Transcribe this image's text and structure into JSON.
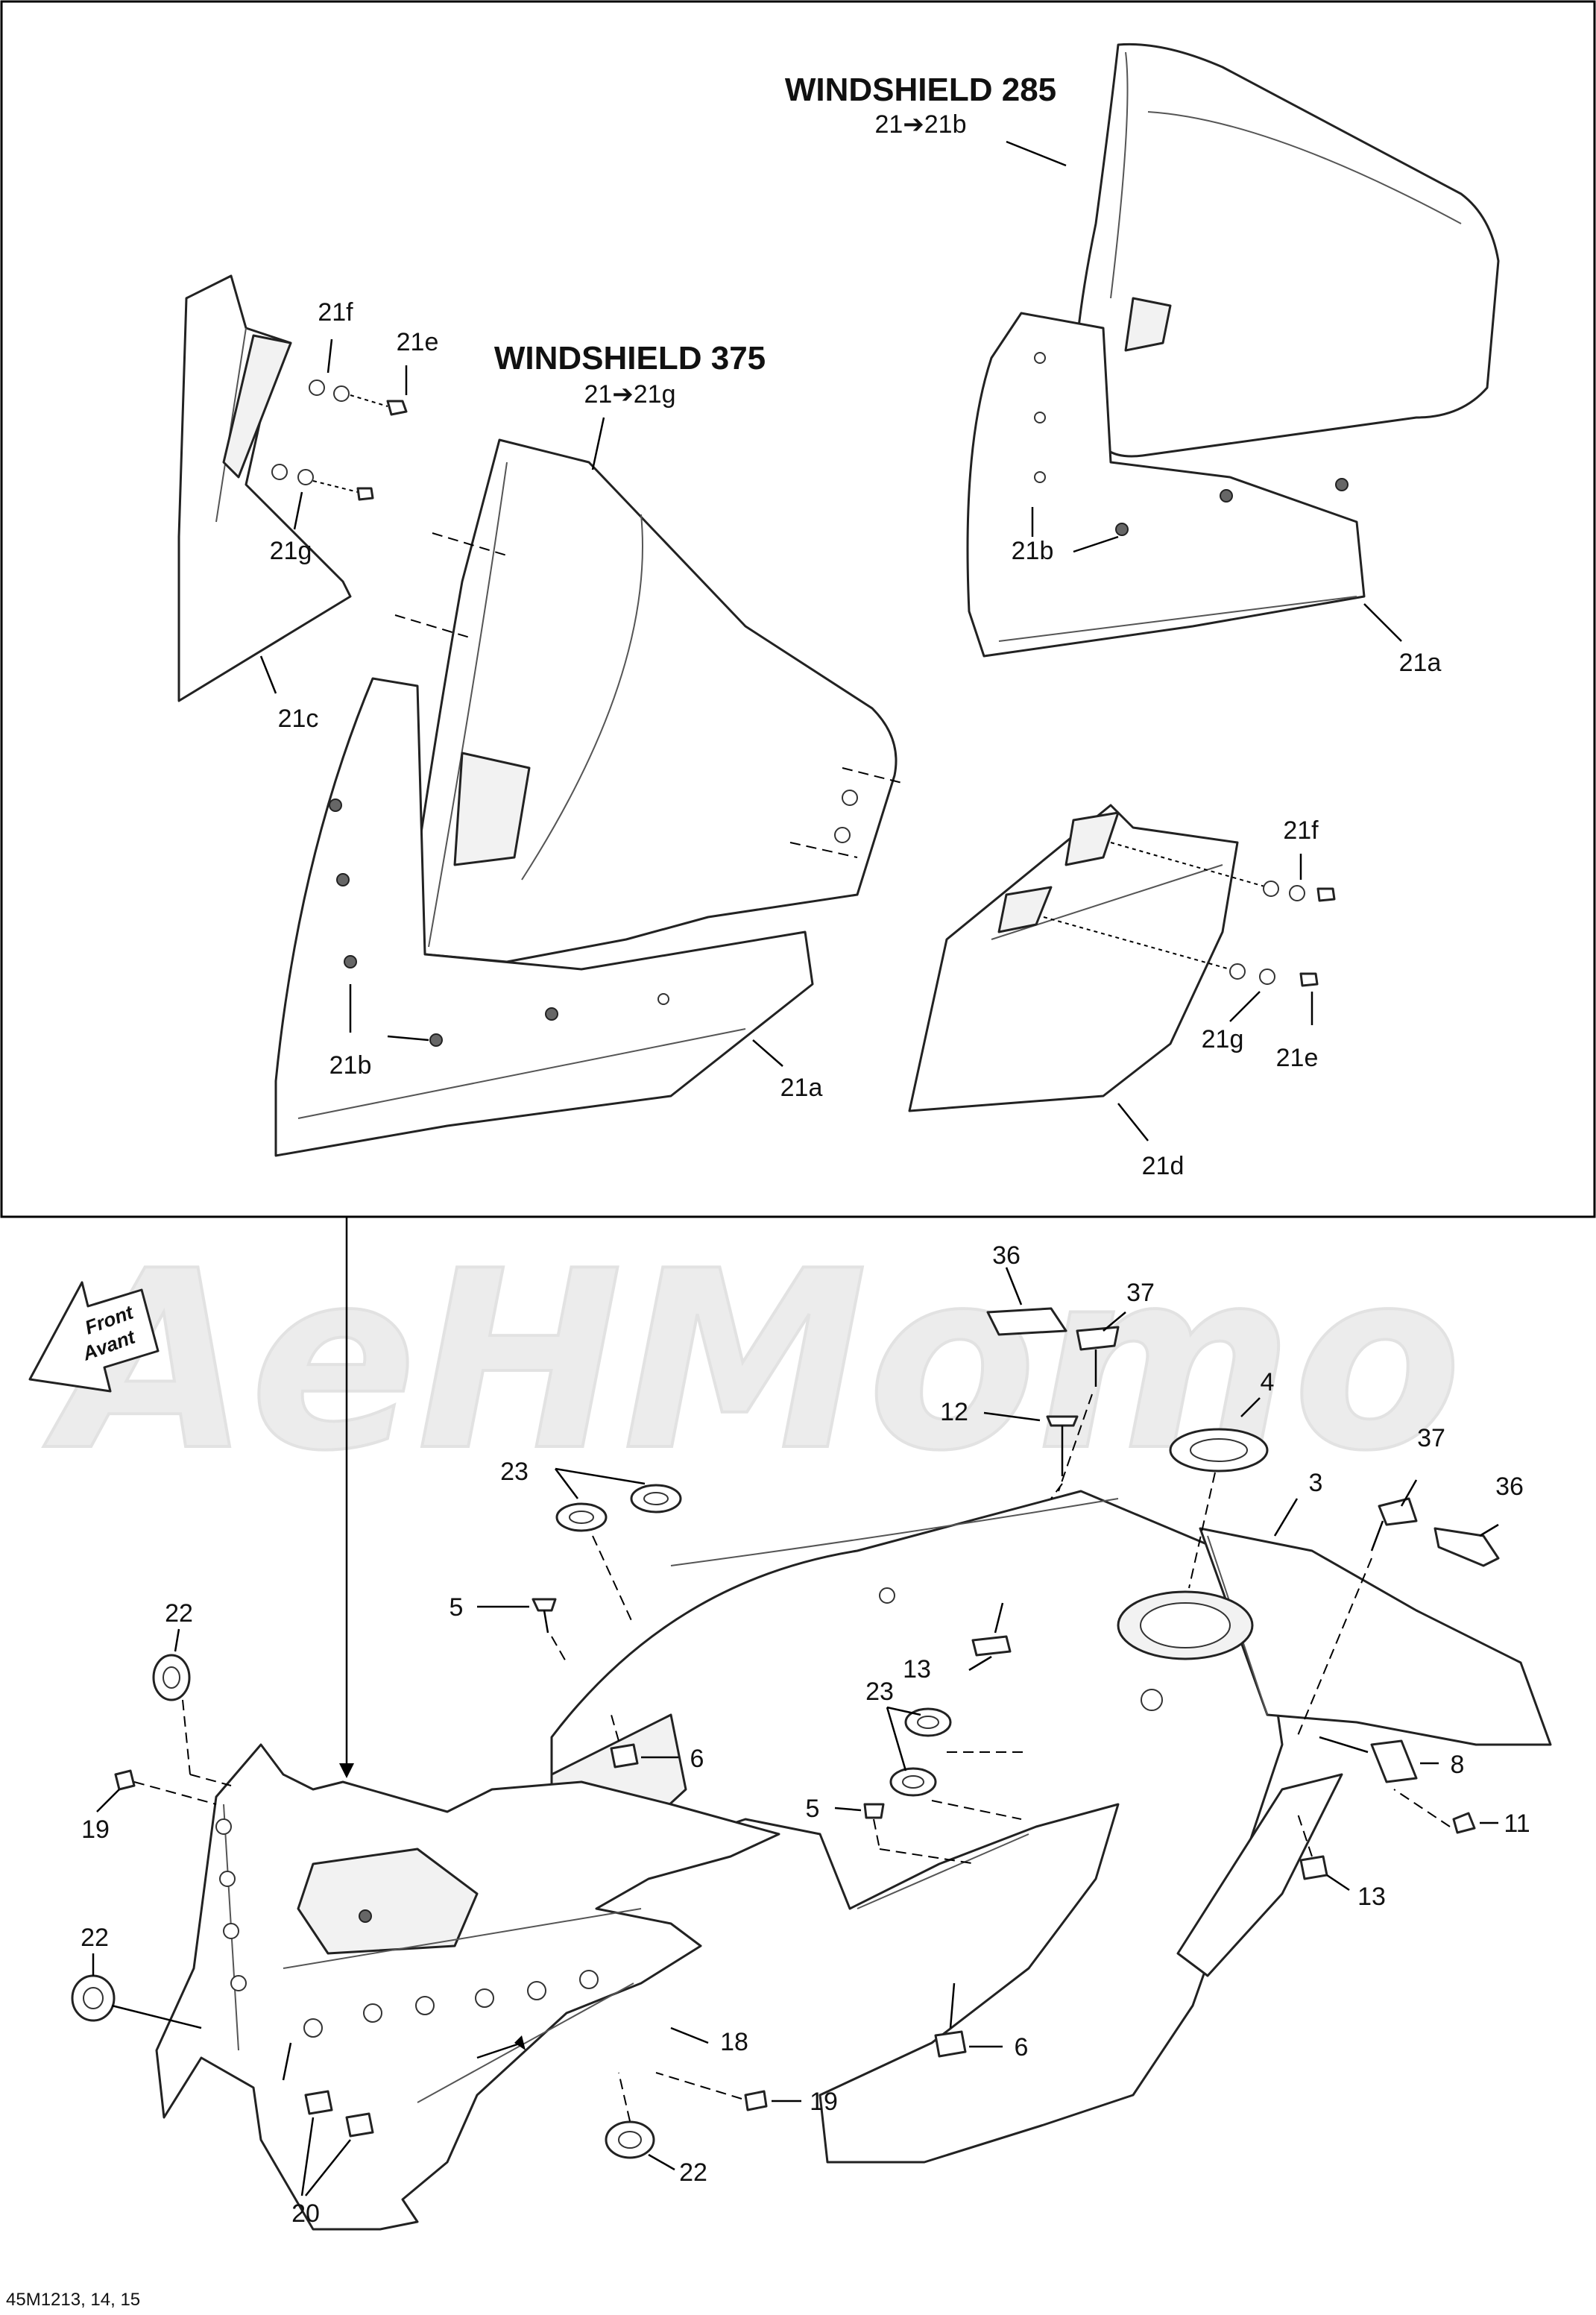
{
  "windshields": [
    {
      "title": "WINDSHIELD 285",
      "parts": "21➔21b"
    },
    {
      "title": "WINDSHIELD 375",
      "parts": "21➔21g"
    }
  ],
  "direction_arrow": {
    "line1": "Front",
    "line2": "Avant",
    "icon": "arrow-left-icon"
  },
  "watermark": "AeHMomo",
  "callouts": {
    "c21f_a": "21f",
    "c21e_a": "21e",
    "c21g_a": "21g",
    "c21c": "21c",
    "c21b_a": "21b",
    "c21a_a": "21a",
    "c21b_b": "21b",
    "c21a_b": "21a",
    "c21f_b": "21f",
    "c21g_b": "21g",
    "c21e_b": "21e",
    "c21d": "21d",
    "c36_a": "36",
    "c37_a": "37",
    "c12": "12",
    "c4": "4",
    "c3": "3",
    "c37_b": "37",
    "c36_b": "36",
    "c23_a": "23",
    "c22_a": "22",
    "c5_a": "5",
    "c13_a": "13",
    "c23_b": "23",
    "c6_a": "6",
    "c8": "8",
    "c5_b": "5",
    "c11": "11",
    "c13_b": "13",
    "c19_a": "19",
    "c22_b": "22",
    "c6_b": "6",
    "c18": "18",
    "c19_b": "19",
    "c22_c": "22",
    "c20": "20"
  },
  "reference_code": "45M1213, 14, 15"
}
